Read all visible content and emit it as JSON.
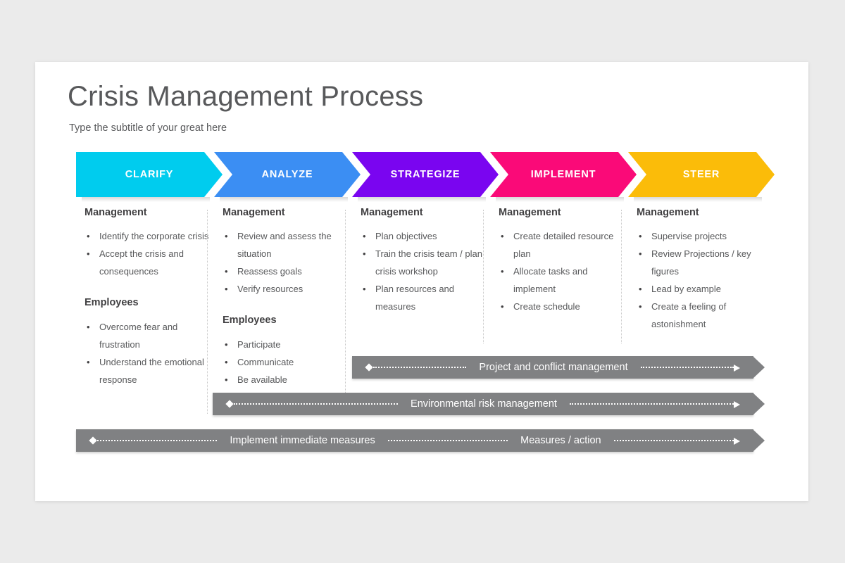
{
  "slide": {
    "title": "Crisis Management Process",
    "subtitle": "Type the subtitle of your great here",
    "background_color": "#ebebeb",
    "card_color": "#ffffff"
  },
  "phases": [
    {
      "label": "CLARIFY",
      "color": "#00ccee"
    },
    {
      "label": "ANALYZE",
      "color": "#3b8ef3"
    },
    {
      "label": "STRATEGIZE",
      "color": "#7a05f0"
    },
    {
      "label": "IMPLEMENT",
      "color": "#fa0a78"
    },
    {
      "label": "STEER",
      "color": "#fbbc09"
    }
  ],
  "columns": [
    {
      "phase": "CLARIFY",
      "groups": [
        {
          "title": "Management",
          "items": [
            "Identify the corporate crisis",
            "Accept the crisis and consequences"
          ]
        },
        {
          "title": "Employees",
          "items": [
            "Overcome fear and frustration",
            "Understand the emotional response"
          ]
        }
      ]
    },
    {
      "phase": "ANALYZE",
      "groups": [
        {
          "title": "Management",
          "items": [
            "Review and assess the situation",
            "Reassess goals",
            "Verify resources"
          ]
        },
        {
          "title": "Employees",
          "items": [
            "Participate",
            "Communicate",
            "Be available"
          ]
        }
      ]
    },
    {
      "phase": "STRATEGIZE",
      "groups": [
        {
          "title": "Management",
          "items": [
            "Plan objectives",
            "Train the crisis team / plan crisis workshop",
            "Plan resources and measures"
          ]
        }
      ]
    },
    {
      "phase": "IMPLEMENT",
      "groups": [
        {
          "title": "Management",
          "items": [
            "Create detailed resource plan",
            "Allocate tasks and implement",
            "Create schedule"
          ]
        }
      ]
    },
    {
      "phase": "STEER",
      "groups": [
        {
          "title": "Management",
          "items": [
            "Supervise projects",
            "Review Projections / key figures",
            "Lead by example",
            "Create a feeling of astonishment"
          ]
        }
      ]
    }
  ],
  "arrow_bars": [
    {
      "labels": [
        "Project and conflict management"
      ],
      "color": "#808183"
    },
    {
      "labels": [
        "Environmental risk management"
      ],
      "color": "#808183"
    },
    {
      "labels": [
        "Implement immediate measures",
        "Measures / action"
      ],
      "color": "#808183"
    }
  ]
}
